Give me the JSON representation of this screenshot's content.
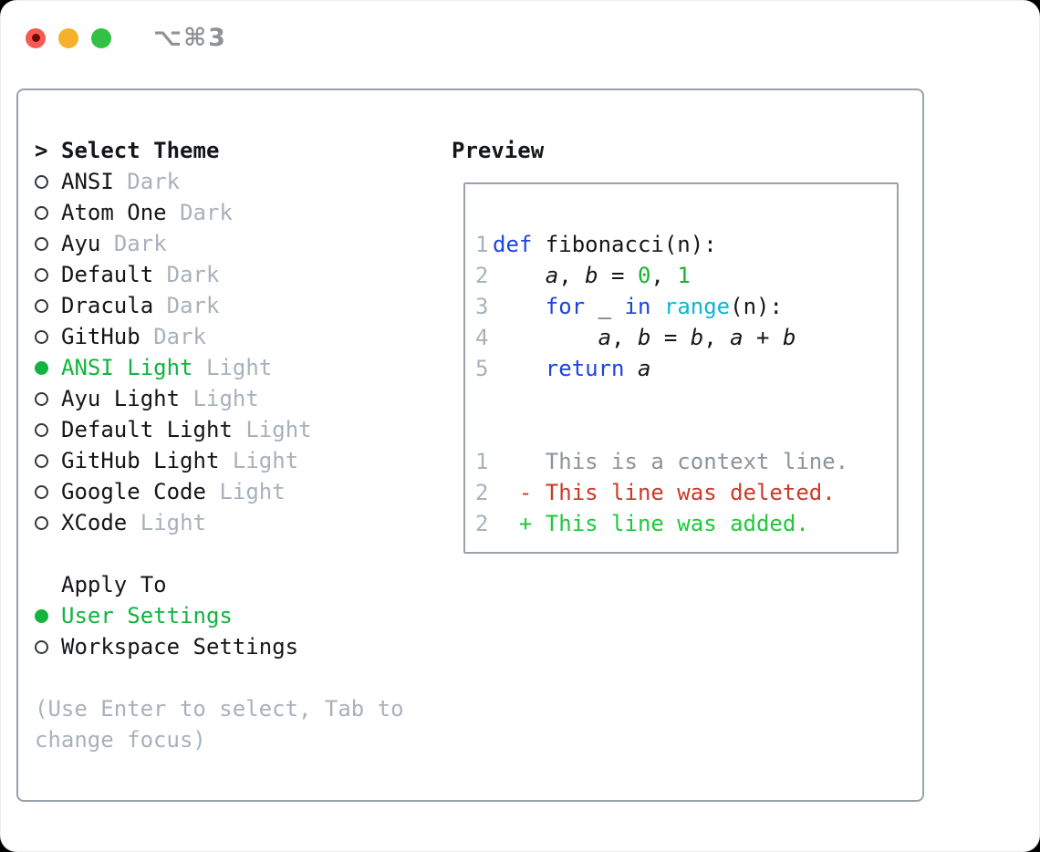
{
  "titlebar": {
    "title": "⌥⌘3"
  },
  "sidebar": {
    "header": {
      "prompt": ">",
      "label": "Select Theme"
    },
    "items": [
      {
        "name": "ANSI",
        "tag": "Dark",
        "selected": false
      },
      {
        "name": "Atom One",
        "tag": "Dark",
        "selected": false
      },
      {
        "name": "Ayu",
        "tag": "Dark",
        "selected": false
      },
      {
        "name": "Default",
        "tag": "Dark",
        "selected": false
      },
      {
        "name": "Dracula",
        "tag": "Dark",
        "selected": false
      },
      {
        "name": "GitHub",
        "tag": "Dark",
        "selected": false
      },
      {
        "name": "ANSI Light",
        "tag": "Light",
        "selected": true
      },
      {
        "name": "Ayu Light",
        "tag": "Light",
        "selected": false
      },
      {
        "name": "Default Light",
        "tag": "Light",
        "selected": false
      },
      {
        "name": "GitHub Light",
        "tag": "Light",
        "selected": false
      },
      {
        "name": "Google Code",
        "tag": "Light",
        "selected": false
      },
      {
        "name": "XCode",
        "tag": "Light",
        "selected": false
      }
    ],
    "apply_to": {
      "label": "Apply To",
      "options": [
        {
          "name": "User Settings",
          "selected": true
        },
        {
          "name": "Workspace Settings",
          "selected": false
        }
      ]
    },
    "help": [
      "(Use Enter to select, Tab to",
      "change focus)"
    ]
  },
  "preview": {
    "label": "Preview",
    "code_lines": [
      {
        "num": "1",
        "tokens": [
          {
            "text": "def",
            "style": "kw"
          },
          {
            "text": " fibonacci(n):",
            "style": "plain"
          }
        ]
      },
      {
        "num": "2",
        "tokens": [
          {
            "text": "    ",
            "style": "plain"
          },
          {
            "text": "a",
            "style": "var"
          },
          {
            "text": ", ",
            "style": "plain"
          },
          {
            "text": "b",
            "style": "var"
          },
          {
            "text": " = ",
            "style": "plain"
          },
          {
            "text": "0",
            "style": "num"
          },
          {
            "text": ", ",
            "style": "plain"
          },
          {
            "text": "1",
            "style": "num"
          }
        ]
      },
      {
        "num": "3",
        "tokens": [
          {
            "text": "    ",
            "style": "plain"
          },
          {
            "text": "for",
            "style": "kw"
          },
          {
            "text": " _ ",
            "style": "plain"
          },
          {
            "text": "in",
            "style": "kw"
          },
          {
            "text": " ",
            "style": "plain"
          },
          {
            "text": "range",
            "style": "fn"
          },
          {
            "text": "(n):",
            "style": "plain"
          }
        ]
      },
      {
        "num": "4",
        "tokens": [
          {
            "text": "        ",
            "style": "plain"
          },
          {
            "text": "a",
            "style": "var"
          },
          {
            "text": ", ",
            "style": "plain"
          },
          {
            "text": "b",
            "style": "var"
          },
          {
            "text": " = ",
            "style": "plain"
          },
          {
            "text": "b",
            "style": "var"
          },
          {
            "text": ", ",
            "style": "plain"
          },
          {
            "text": "a",
            "style": "var"
          },
          {
            "text": " + ",
            "style": "plain"
          },
          {
            "text": "b",
            "style": "var"
          }
        ]
      },
      {
        "num": "5",
        "tokens": [
          {
            "text": "    ",
            "style": "plain"
          },
          {
            "text": "return",
            "style": "kw"
          },
          {
            "text": " ",
            "style": "plain"
          },
          {
            "text": "a",
            "style": "var"
          }
        ]
      }
    ],
    "diff_lines": [
      {
        "num": "1",
        "text": "    This is a context line.",
        "style": "context"
      },
      {
        "num": "2",
        "text": "  - This line was deleted.",
        "style": "deleted"
      },
      {
        "num": "2",
        "text": "  + This line was added.",
        "style": "added"
      }
    ]
  },
  "colors": {
    "accent_green": "#12b43e",
    "keyword_blue": "#1c44e0",
    "builtin_cyan": "#10b6cf",
    "number_green": "#14b62e",
    "diff_red": "#c93a2a",
    "diff_green": "#1ec93c",
    "muted_gray": "#a8b1bb",
    "context_gray": "#8b949c"
  }
}
